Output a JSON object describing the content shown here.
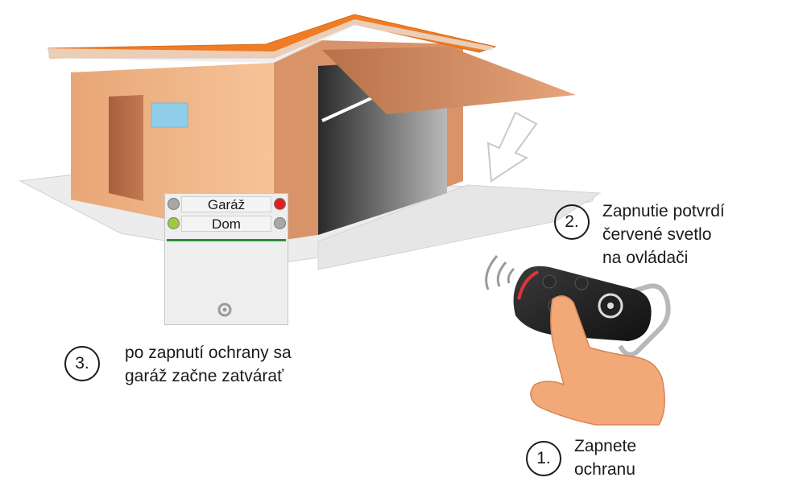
{
  "panel": {
    "rows": [
      {
        "label": "Garáž",
        "left_led": "gray",
        "right_led": "red"
      },
      {
        "label": "Dom",
        "left_led": "green",
        "right_led": "gray"
      }
    ],
    "colors": {
      "red": "#e02020",
      "green": "#9ccc3c",
      "gray": "#a8a8a8",
      "stripe": "#2e8b3a"
    }
  },
  "steps": [
    {
      "number": "1.",
      "lines": [
        "Zapnete",
        "ochranu"
      ]
    },
    {
      "number": "2.",
      "lines": [
        "Zapnutie potvrdí",
        "červené svetlo",
        "na ovládači"
      ]
    },
    {
      "number": "3.",
      "lines": [
        "po zapnutí ochrany sa",
        "garáž začne zatvárať"
      ]
    }
  ],
  "colors": {
    "roof": "#f07c25",
    "wall": "#f4b98a",
    "wall_shadow": "#c98a5c",
    "door": "#b06a45",
    "window": "#8fcde8",
    "ground": "#ececec"
  }
}
